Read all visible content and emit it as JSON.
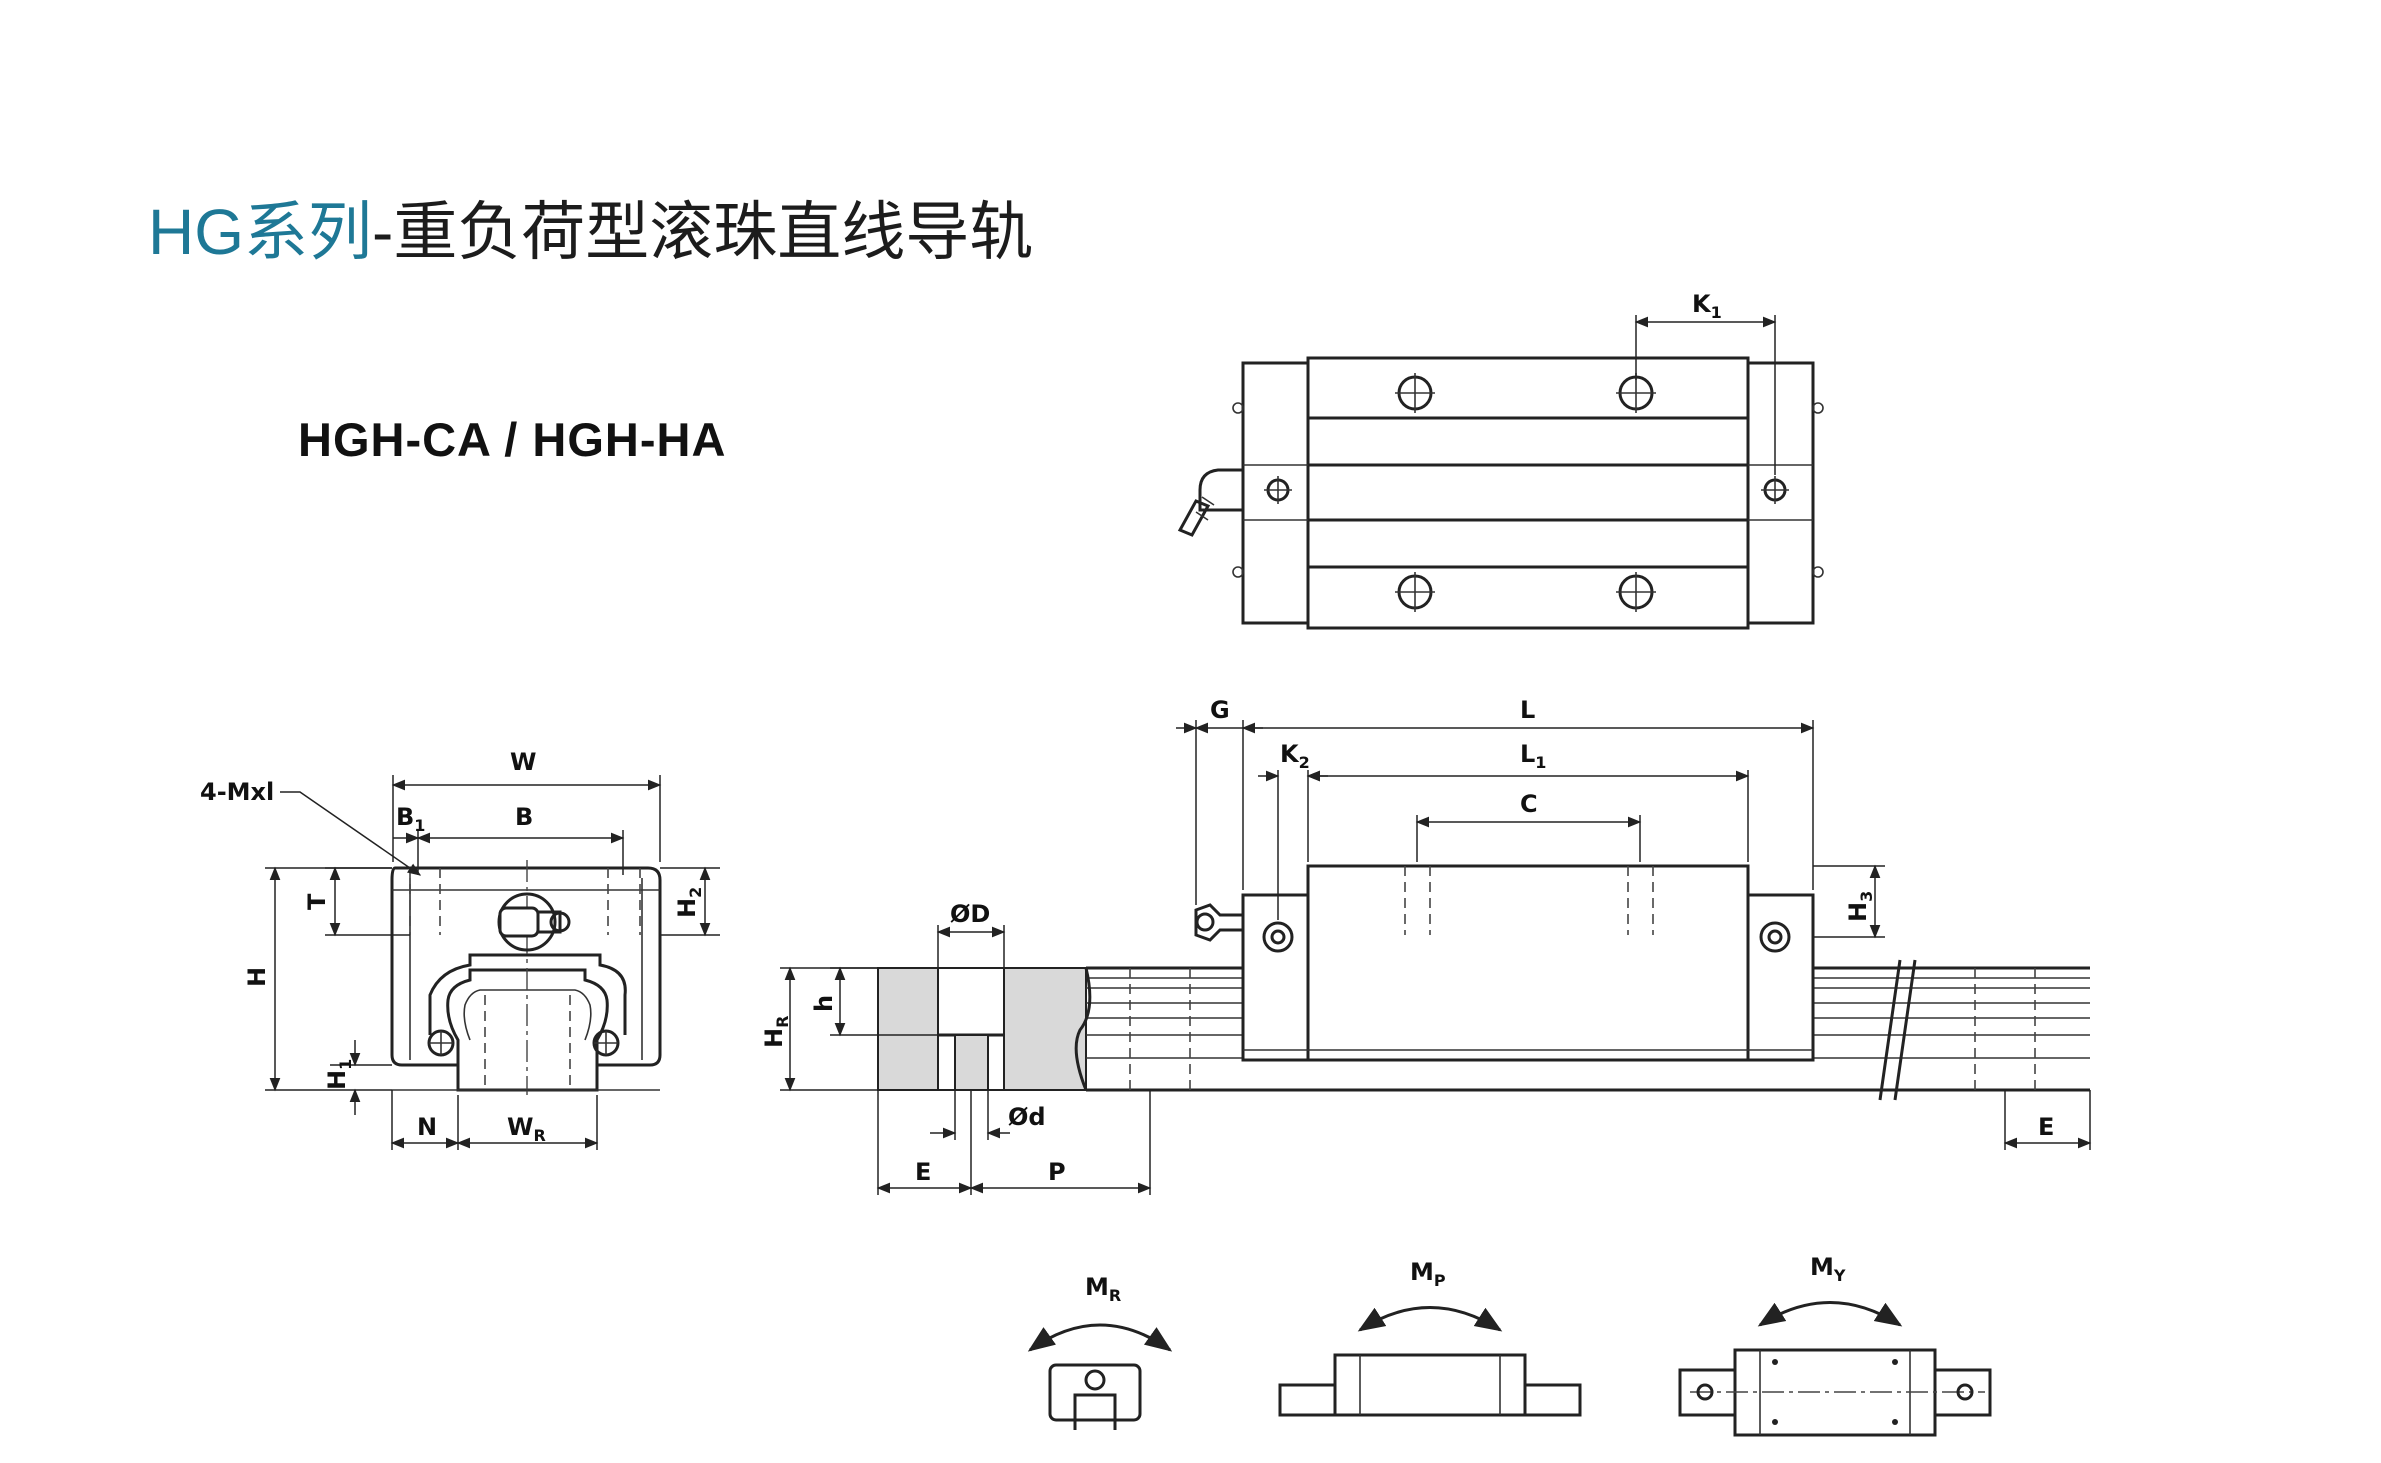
{
  "title": {
    "series": "HG系列",
    "rest": "-重负荷型滚珠直线导轨"
  },
  "model": "HGH-CA / HGH-HA",
  "dimension_labels": {
    "mxl": "4-Mxl",
    "W": "W",
    "B1": "B",
    "B1_sub": "1",
    "B": "B",
    "T": "T",
    "H": "H",
    "H1": "H",
    "H1_sub": "1",
    "H2": "H",
    "H2_sub": "2",
    "N": "N",
    "WR": "W",
    "WR_sub": "R",
    "D": "ØD",
    "d": "Ød",
    "h": "h",
    "HR": "H",
    "HR_sub": "R",
    "E": "E",
    "P": "P",
    "G": "G",
    "L": "L",
    "L1": "L",
    "L1_sub": "1",
    "K1": "K",
    "K1_sub": "1",
    "K2": "K",
    "K2_sub": "2",
    "C": "C",
    "H3": "H",
    "H3_sub": "3",
    "E_right": "E"
  },
  "moment_labels": {
    "MR": "M",
    "MR_sub": "R",
    "MP": "M",
    "MP_sub": "P",
    "MY": "M",
    "MY_sub": "Y"
  },
  "colors": {
    "series_accent": "#1e7896",
    "line": "#222222",
    "section_fill": "#d9d9d9"
  }
}
